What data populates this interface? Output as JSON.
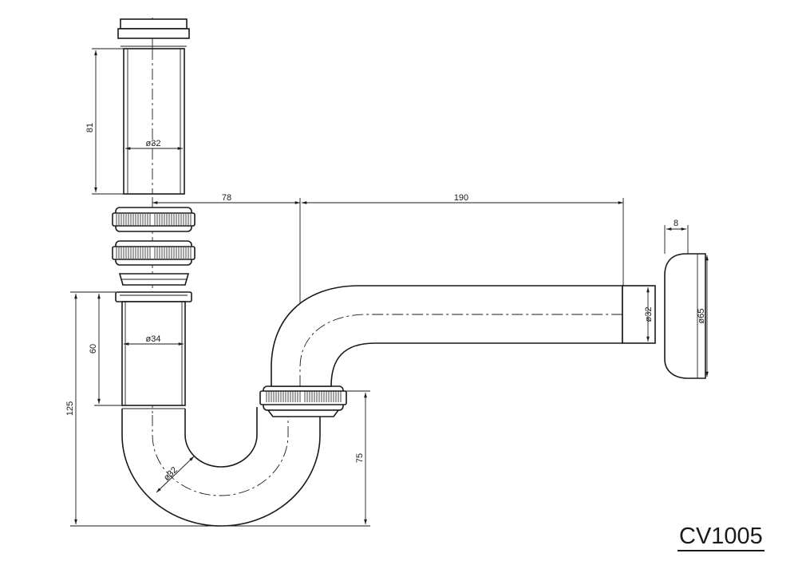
{
  "model_code": "CV1005",
  "dimensions": {
    "tailpiece_height": "81",
    "tailpiece_diameter": "ø32",
    "offset_to_centre": "78",
    "horizontal_run": "190",
    "flange_thickness": "8",
    "flange_diameter": "ø65",
    "wall_pipe_diameter": "ø32",
    "inlet_length": "60",
    "inlet_diameter": "ø34",
    "overall_height": "125",
    "bend_diameter": "ø32",
    "trap_depth": "75"
  }
}
